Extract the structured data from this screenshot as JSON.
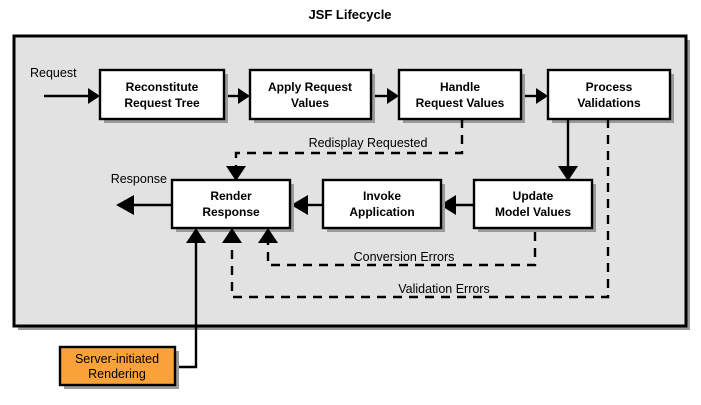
{
  "title": "JSF Lifecycle",
  "colors": {
    "panel_background": "#e2e2e2",
    "panel_border": "#000000",
    "process_box_fill": "#ffffff",
    "accent_box_fill": "#f9a23a",
    "line": "#000000"
  },
  "io_labels": {
    "request": "Request",
    "response": "Response"
  },
  "phases": [
    {
      "id": "reconstitute-request-tree",
      "line1": "Reconstitute",
      "line2": "Request Tree"
    },
    {
      "id": "apply-request-values",
      "line1": "Apply Request",
      "line2": "Values"
    },
    {
      "id": "handle-request-values",
      "line1": "Handle",
      "line2": "Request Values"
    },
    {
      "id": "process-validations",
      "line1": "Process",
      "line2": "Validations"
    },
    {
      "id": "update-model-values",
      "line1": "Update",
      "line2": "Model Values"
    },
    {
      "id": "invoke-application",
      "line1": "Invoke",
      "line2": "Application"
    },
    {
      "id": "render-response",
      "line1": "Render",
      "line2": "Response"
    }
  ],
  "accent_node": {
    "id": "server-initiated-rendering",
    "line1": "Server-initiated",
    "line2": "Rendering"
  },
  "edge_labels": {
    "redisplay_requested": "Redisplay Requested",
    "conversion_errors": "Conversion Errors",
    "validation_errors": "Validation Errors"
  }
}
